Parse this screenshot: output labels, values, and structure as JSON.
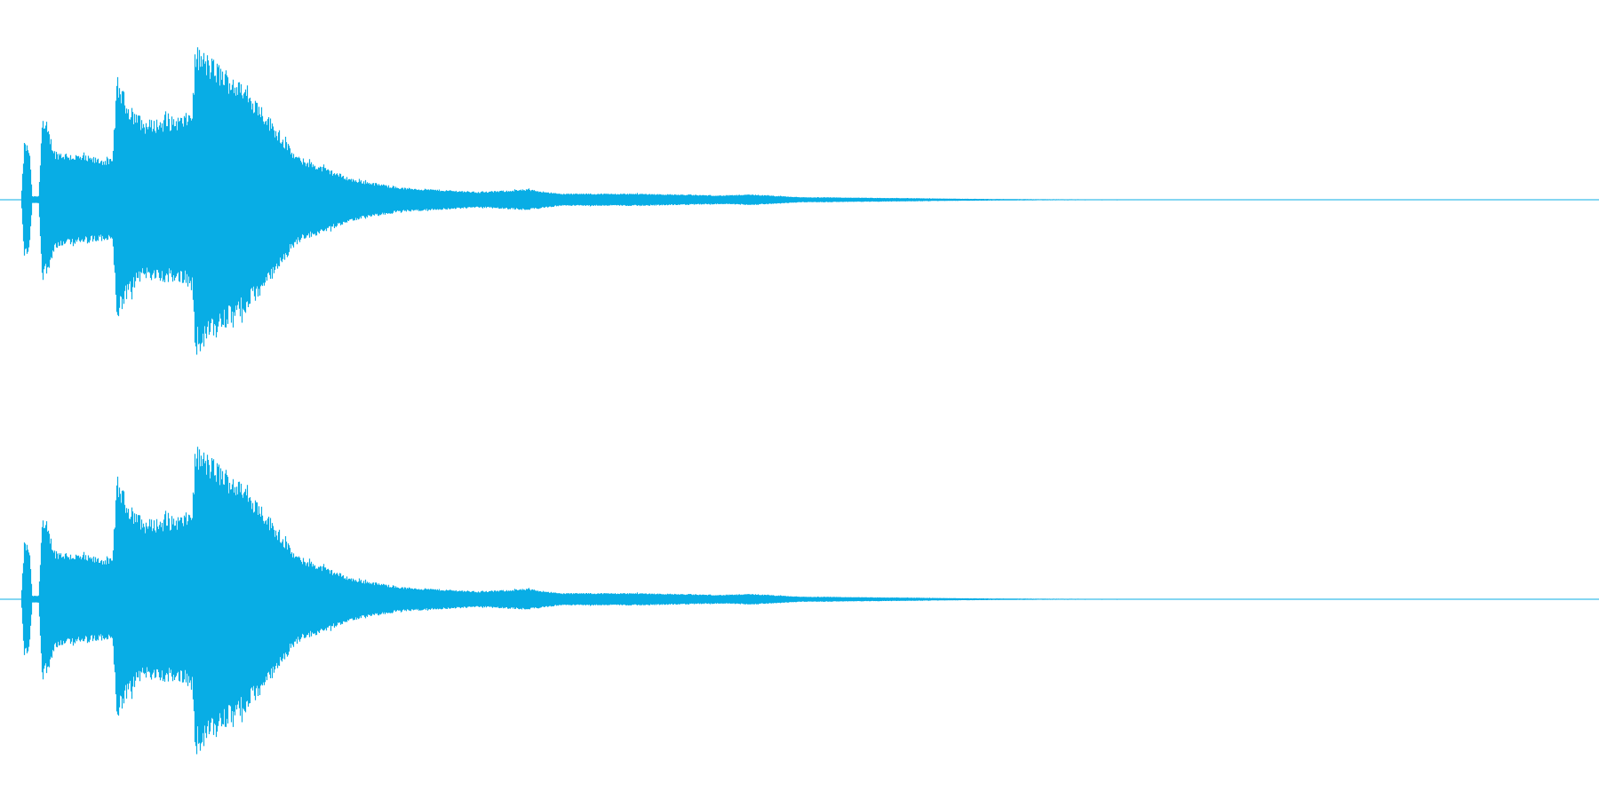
{
  "waveform": {
    "color": "#08ade5",
    "background": "#ffffff",
    "channels": [
      {
        "id": "left",
        "label": ""
      },
      {
        "id": "right",
        "label": ""
      }
    ],
    "envelope": {
      "duration_fraction_of_sound": 0.65,
      "peak_amplitude_fraction": 0.9,
      "segments": [
        {
          "t": 0.0,
          "amp": 0.0
        },
        {
          "t": 0.013,
          "amp": 0.0
        },
        {
          "t": 0.015,
          "amp": 0.33
        },
        {
          "t": 0.018,
          "amp": 0.3
        },
        {
          "t": 0.02,
          "amp": 0.02
        },
        {
          "t": 0.024,
          "amp": 0.02
        },
        {
          "t": 0.026,
          "amp": 0.45
        },
        {
          "t": 0.03,
          "amp": 0.4
        },
        {
          "t": 0.034,
          "amp": 0.28
        },
        {
          "t": 0.06,
          "amp": 0.24
        },
        {
          "t": 0.07,
          "amp": 0.23
        },
        {
          "t": 0.073,
          "amp": 0.7
        },
        {
          "t": 0.08,
          "amp": 0.55
        },
        {
          "t": 0.09,
          "amp": 0.45
        },
        {
          "t": 0.115,
          "amp": 0.48
        },
        {
          "t": 0.12,
          "amp": 0.52
        },
        {
          "t": 0.122,
          "amp": 0.88
        },
        {
          "t": 0.14,
          "amp": 0.75
        },
        {
          "t": 0.16,
          "amp": 0.58
        },
        {
          "t": 0.185,
          "amp": 0.25
        },
        {
          "t": 0.22,
          "amp": 0.12
        },
        {
          "t": 0.25,
          "amp": 0.07
        },
        {
          "t": 0.3,
          "amp": 0.045
        },
        {
          "t": 0.33,
          "amp": 0.06
        },
        {
          "t": 0.35,
          "amp": 0.035
        },
        {
          "t": 0.4,
          "amp": 0.035
        },
        {
          "t": 0.45,
          "amp": 0.025
        },
        {
          "t": 0.47,
          "amp": 0.03
        },
        {
          "t": 0.5,
          "amp": 0.015
        },
        {
          "t": 0.56,
          "amp": 0.01
        },
        {
          "t": 0.6,
          "amp": 0.006
        },
        {
          "t": 0.65,
          "amp": 0.003
        },
        {
          "t": 1.0,
          "amp": 0.0
        }
      ]
    }
  }
}
